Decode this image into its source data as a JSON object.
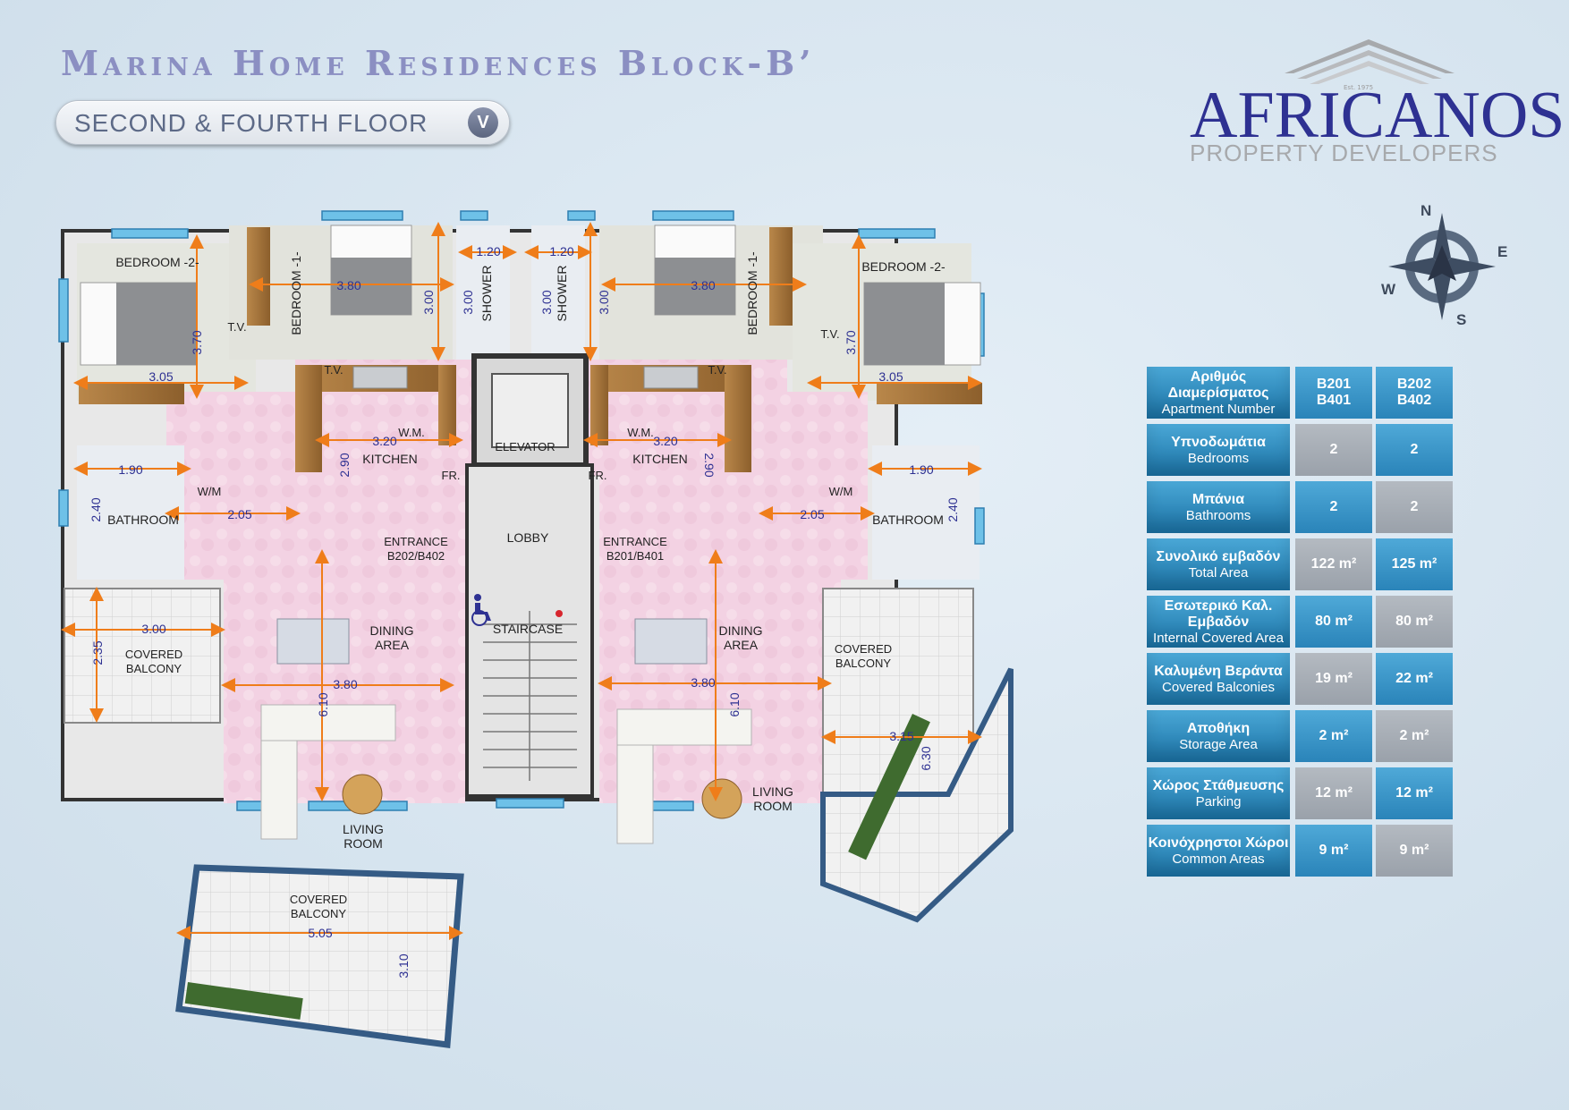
{
  "header": {
    "title": "Marina Home Residences Block-B’",
    "floor": "SECOND & FOURTH  FLOOR",
    "floor_badge": "V"
  },
  "logo": {
    "name": "AFRICANOS",
    "subtitle": "PROPERTY DEVELOPERS",
    "est": "Est. 1975"
  },
  "compass": {
    "n": "N",
    "e": "E",
    "s": "S",
    "w": "W"
  },
  "plan": {
    "rooms": {
      "bedroom2_left": "BEDROOM -2-",
      "bedroom1_left": "BEDROOM -1-",
      "shower_left": "SHOWER",
      "shower_right": "SHOWER",
      "bedroom1_right": "BEDROOM -1-",
      "bedroom2_right": "BEDROOM -2-",
      "kitchen_left": "KITCHEN",
      "kitchen_right": "KITCHEN",
      "elevator": "ELEVATOR",
      "lobby": "LOBBY",
      "staircase": "STAIRCASE",
      "bathroom_left": "BATHROOM",
      "bathroom_right": "BATHROOM",
      "wm_left": "W/M",
      "wm_right": "W/M",
      "wm_kitchen_left": "W.M.",
      "wm_kitchen_right": "W.M.",
      "fr_left": "FR.",
      "fr_right": "FR.",
      "entrance_left_1": "ENTRANCE",
      "entrance_left_2": "B202/B402",
      "entrance_right_1": "ENTRANCE",
      "entrance_right_2": "B201/B401",
      "dining_left_1": "DINING",
      "dining_left_2": "AREA",
      "dining_right_1": "DINING",
      "dining_right_2": "AREA",
      "covered_left_1": "COVERED",
      "covered_left_2": "BALCONY",
      "covered_right_1": "COVERED",
      "covered_right_2": "BALCONY",
      "covered_bottom_1": "COVERED",
      "covered_bottom_2": "BALCONY",
      "living_left_1": "LIVING",
      "living_left_2": "ROOM",
      "living_right_1": "LIVING",
      "living_right_2": "ROOM",
      "tv": "T.V."
    },
    "dims": {
      "d_3_70_l": "3.70",
      "d_3_05_l": "3.05",
      "d_3_80_tl": "3.80",
      "d_3_00_tl": "3.00",
      "d_1_20_l": "1.20",
      "d_3_00_sl": "3.00",
      "d_1_20_r": "1.20",
      "d_3_00_sr": "3.00",
      "d_3_00_tr": "3.00",
      "d_3_80_tr": "3.80",
      "d_3_70_r": "3.70",
      "d_3_05_r": "3.05",
      "d_3_20_l": "3.20",
      "d_2_90_l": "2.90",
      "d_3_20_r": "3.20",
      "d_2_90_r": "2.90",
      "d_1_90_l": "1.90",
      "d_2_40_l": "2.40",
      "d_2_05_l": "2.05",
      "d_1_90_r": "1.90",
      "d_2_40_r": "2.40",
      "d_2_05_r": "2.05",
      "d_3_00_bl": "3.00",
      "d_2_35_l": "2.35",
      "d_3_80_ml": "3.80",
      "d_6_10_l": "6.10",
      "d_3_80_mr": "3.80",
      "d_6_10_r": "6.10",
      "d_3_15_r": "3.15",
      "d_6_30_r": "6.30",
      "d_5_05_b": "5.05",
      "d_3_10_b": "3.10"
    }
  },
  "table": {
    "colors": {
      "header": "#1b73a6",
      "blue": "#2a84b9",
      "grey": "#9aa1aa"
    },
    "rows": [
      {
        "gr": "Αριθμός Διαμερίσματος",
        "en": "Apartment Number",
        "v1a": "B201",
        "v1b": "B401",
        "v2a": "B202",
        "v2b": "B402"
      },
      {
        "gr": "Υπνοδωμάτια",
        "en": "Bedrooms",
        "v1a": "2",
        "v2a": "2"
      },
      {
        "gr": "Μπάνια",
        "en": "Bathrooms",
        "v1a": "2",
        "v2a": "2"
      },
      {
        "gr": "Συνολικό εμβαδόν",
        "en": "Total Area",
        "v1a": "122 m²",
        "v2a": "125 m²"
      },
      {
        "gr": "Εσωτερικό Καλ. Εμβαδόν",
        "en": "Internal Covered Area",
        "v1a": "80 m²",
        "v2a": "80 m²"
      },
      {
        "gr": "Καλυμένη Βεράντα",
        "en": "Covered Balconies",
        "v1a": "19 m²",
        "v2a": "22 m²"
      },
      {
        "gr": "Αποθήκη",
        "en": "Storage Area",
        "v1a": "2 m²",
        "v2a": "2 m²"
      },
      {
        "gr": "Χώρος Στάθμευσης",
        "en": "Parking",
        "v1a": "12 m²",
        "v2a": "12 m²"
      },
      {
        "gr": "Κοινόχρηστοι Χώροι",
        "en": "Common Areas",
        "v1a": "9 m²",
        "v2a": "9 m²"
      }
    ]
  }
}
